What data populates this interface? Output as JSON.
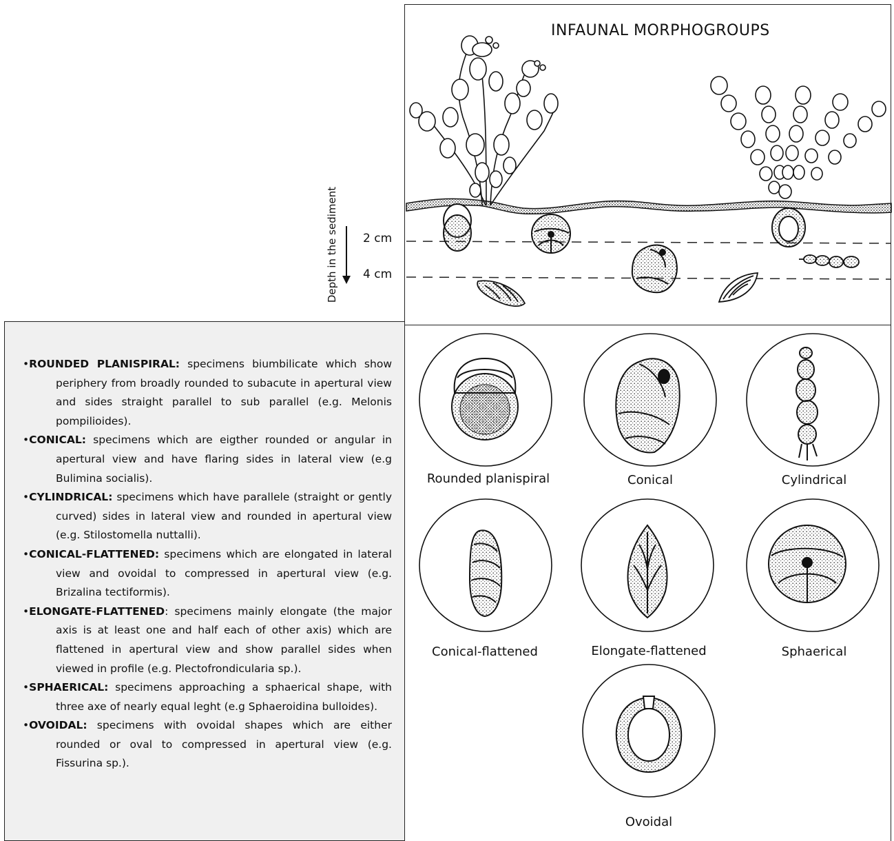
{
  "figure": {
    "title": "INFAUNAL MORPHOGROUPS",
    "depth_axis_label": "Depth in the sediment",
    "depth_ticks": [
      "2 cm",
      "4 cm"
    ]
  },
  "morphogroups": [
    {
      "label": "Rounded planispiral",
      "icon": "rounded-planispiral-foram-icon"
    },
    {
      "label": "Conical",
      "icon": "conical-foram-icon"
    },
    {
      "label": "Cylindrical",
      "icon": "cylindrical-foram-icon"
    },
    {
      "label": "Conical-flattened",
      "icon": "conical-flattened-foram-icon"
    },
    {
      "label": "Elongate-flattened",
      "icon": "elongate-flattened-foram-icon"
    },
    {
      "label": "Sphaerical",
      "icon": "sphaerical-foram-icon"
    },
    {
      "label": "Ovoidal",
      "icon": "ovoidal-foram-icon"
    }
  ],
  "definitions": [
    {
      "term": "ROUNDED PLANISPIRAL:",
      "text": " specimens biumbilicate which show periphery from broadly rounded to subacute in apertural view and sides straight parallel to sub parallel (e.g. Melonis pompilioides)."
    },
    {
      "term": "CONICAL:",
      "text": " specimens which are eigther rounded or angular in apertural view and have flaring sides in lateral view (e.g Bulimina socialis)."
    },
    {
      "term": "CYLINDRICAL:",
      "text": " specimens which have parallele (straight or gently curved) sides in lateral view and rounded in apertural view (e.g. Stilostomella nuttalli)."
    },
    {
      "term": "CONICAL-FLATTENED:",
      "text": " specimens which are elongated in lateral view and ovoidal to compressed in apertural view (e.g. Brizalina tectiformis)."
    },
    {
      "term": "ELONGATE-FLATTENED",
      "text": ": specimens mainly elongate (the major axis is at least one and half each of other axis) which are flattened in apertural view and show parallel sides when viewed in profile (e.g. Plectofrondicularia sp.)."
    },
    {
      "term": "SPHAERICAL:",
      "text": " specimens approaching a sphaerical shape, with three axe of nearly equal leght (e.g Sphaeroidina bulloides)."
    },
    {
      "term": "OVOIDAL:",
      "text": " specimens with ovoidal shapes which are either rounded or oval to compressed in apertural view (e.g. Fissurina sp.)."
    }
  ]
}
